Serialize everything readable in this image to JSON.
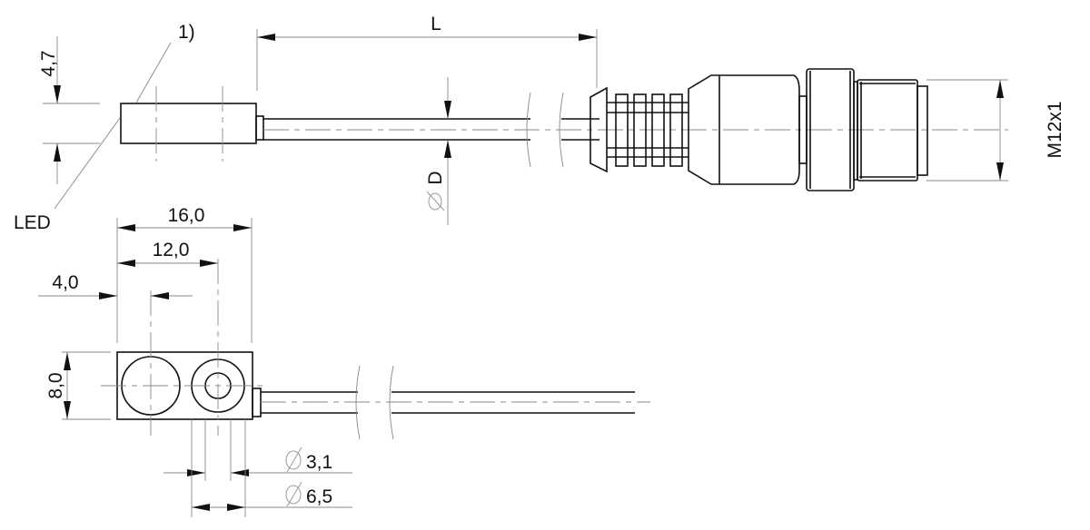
{
  "drawing": {
    "labels": {
      "note": "1)",
      "led": "LED",
      "length": "L",
      "diameter": "D",
      "height": "4,7",
      "thread": "M12x1",
      "width_total": "16,0",
      "width_center": "12,0",
      "width_led": "4,0",
      "depth": "8,0",
      "hole_inner": "3,1",
      "hole_outer": "6,5"
    },
    "symbols": {
      "diameter": "diameter-symbol"
    },
    "colors": {
      "outline": "#111111",
      "dimension": "#888888"
    }
  }
}
